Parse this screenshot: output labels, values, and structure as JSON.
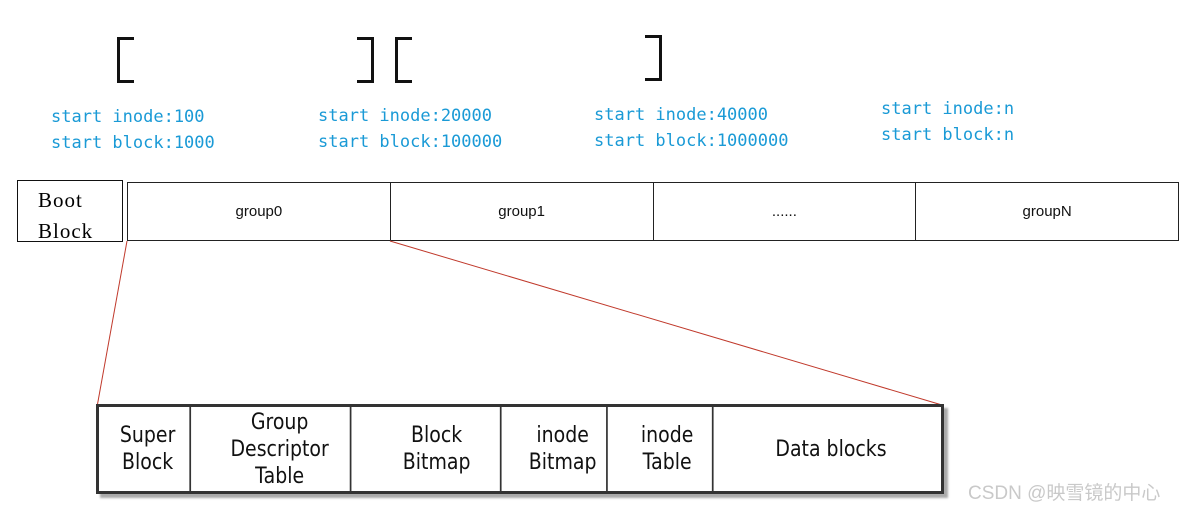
{
  "ranges": [
    {
      "inode": "start inode:100",
      "block": "start block:1000"
    },
    {
      "inode": "start inode:20000",
      "block": "start block:100000"
    },
    {
      "inode": "start inode:40000",
      "block": "start block:1000000"
    },
    {
      "inode": "start inode:n",
      "block": "start block:n"
    }
  ],
  "boot_block": {
    "line1": "Boot",
    "line2": "Block"
  },
  "groups": [
    "group0",
    "group1",
    "......",
    "groupN"
  ],
  "group_detail": [
    {
      "line1": "Super",
      "line2": "Block",
      "line3": ""
    },
    {
      "line1": "Group",
      "line2": "Descriptor",
      "line3": "Table"
    },
    {
      "line1": "Block",
      "line2": "Bitmap",
      "line3": ""
    },
    {
      "line1": "inode",
      "line2": "Bitmap",
      "line3": ""
    },
    {
      "line1": "inode",
      "line2": "Table",
      "line3": ""
    },
    {
      "line1": "Data blocks",
      "line2": "",
      "line3": ""
    }
  ],
  "watermark": "CSDN @映雪镜的中心",
  "colors": {
    "label": "#1a9ad6",
    "connector": "#c0392b"
  }
}
